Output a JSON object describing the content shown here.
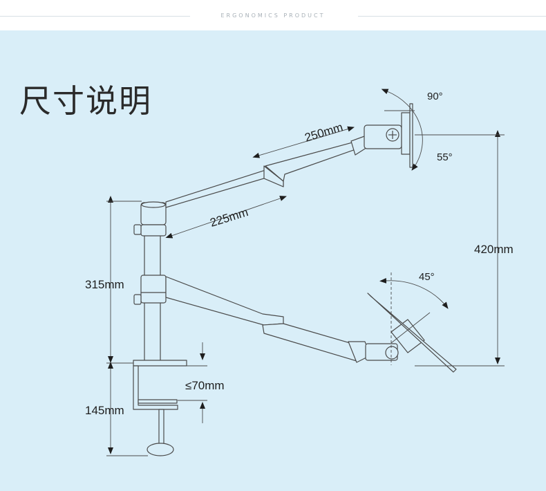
{
  "header": {
    "text": "ERGONOMICS  PRODUCT"
  },
  "title": "尺寸说明",
  "dimensions": {
    "upper_arm": "250mm",
    "lower_arm": "225mm",
    "total_height": "420mm",
    "pole_height": "315mm",
    "clamp_height": "145mm",
    "desk_thickness": "≤70mm"
  },
  "angles": {
    "tilt_up": "90°",
    "tilt_down": "55°",
    "rotate": "45°"
  },
  "colors": {
    "background": "#d9eef8",
    "line": "#4a4a4a",
    "text": "#1e1e1e"
  }
}
